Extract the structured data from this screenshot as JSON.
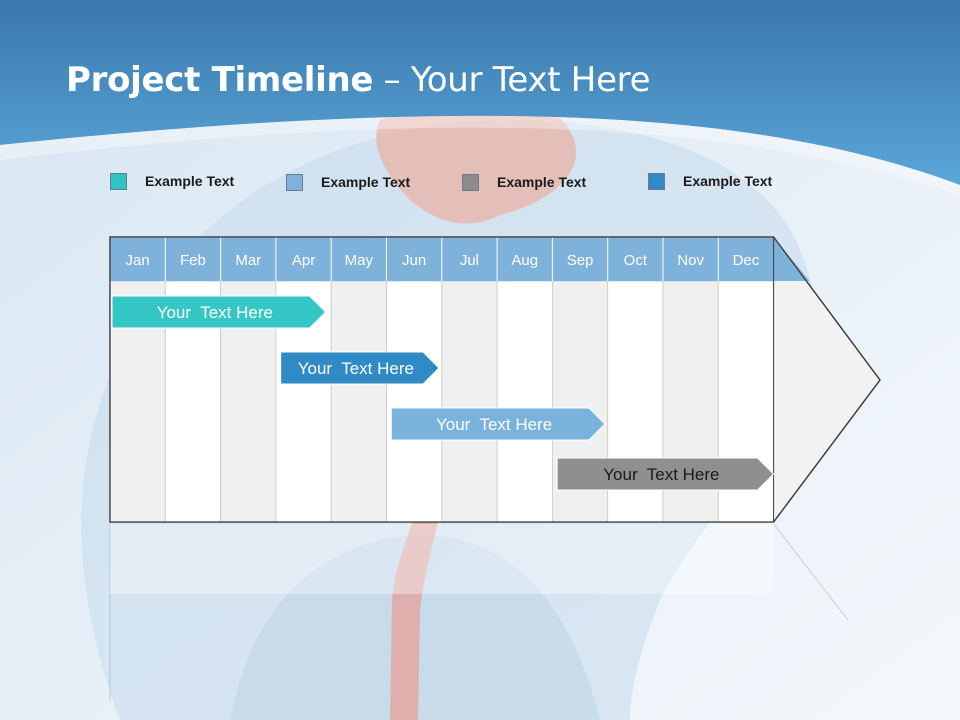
{
  "title": {
    "bold": "Project Timeline",
    "rest": " – Your Text Here"
  },
  "legend": [
    {
      "label": "Example Text",
      "color": "#2ec4c4"
    },
    {
      "label": "Example Text",
      "color": "#7fb3dc"
    },
    {
      "label": "Example Text",
      "color": "#8c8c8c"
    },
    {
      "label": "Example Text",
      "color": "#2f8ac6"
    }
  ],
  "months": [
    "Jan",
    "Feb",
    "Mar",
    "Apr",
    "May",
    "Jun",
    "Jul",
    "Aug",
    "Sep",
    "Oct",
    "Nov",
    "Dec"
  ],
  "tasks": [
    {
      "label": "Your  Text Here",
      "start": 0,
      "end": 3.9,
      "color": "#35c6c6",
      "text_color": "#ffffff"
    },
    {
      "label": "Your  Text Here",
      "start": 3.05,
      "end": 5.95,
      "color": "#2f8ac6",
      "text_color": "#ffffff"
    },
    {
      "label": "Your  Text Here",
      "start": 5.05,
      "end": 8.95,
      "color": "#79b2dd",
      "text_color": "#ffffff"
    },
    {
      "label": "Your  Text Here",
      "start": 8.05,
      "end": 12,
      "color": "#8f8f8f",
      "text_color": "#1b1b1b"
    }
  ],
  "colors": {
    "header_band": "#3f87bf",
    "month_header": "#7fb2da",
    "month_text": "#ffffff",
    "col_shade": "#f0f0f0",
    "col_plain": "#ffffff"
  }
}
